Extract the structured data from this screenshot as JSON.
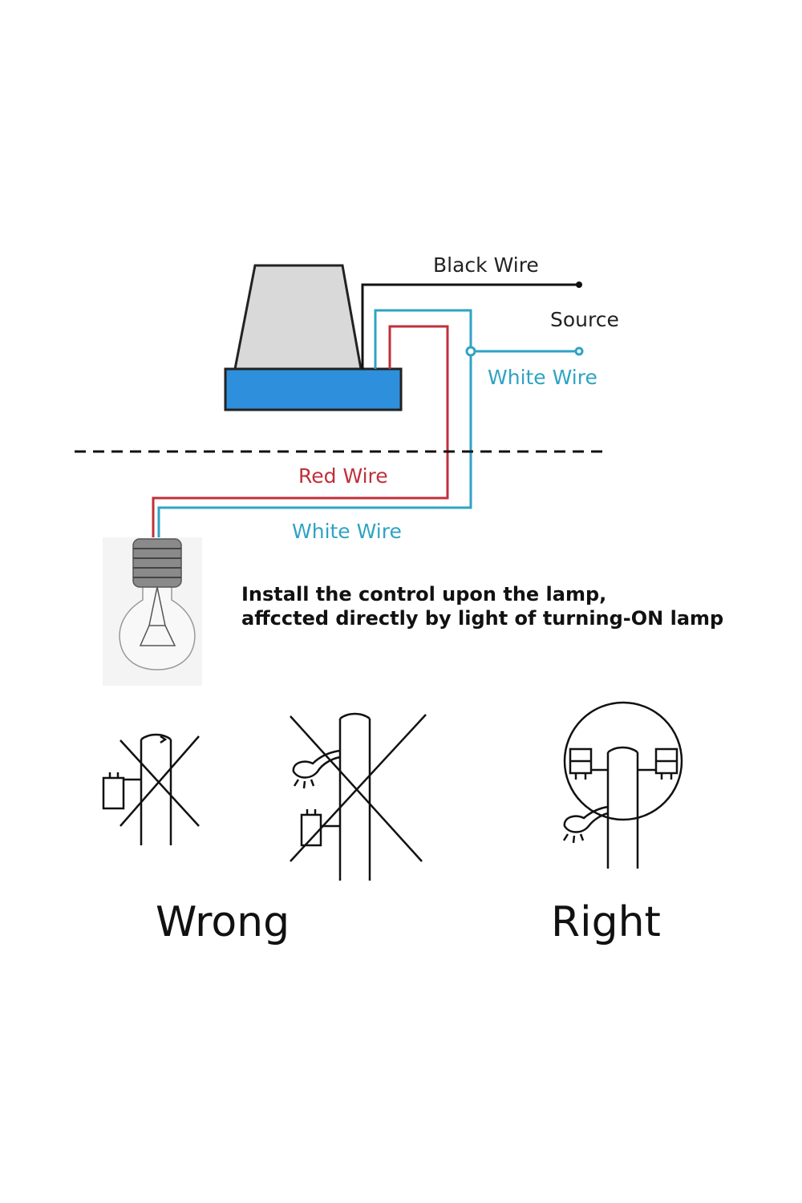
{
  "labels": {
    "black_wire": "Black Wire",
    "source": "Source",
    "white_wire_top": "White Wire",
    "red_wire": "Red Wire",
    "white_wire_bottom": "White Wire"
  },
  "instruction": {
    "line1": "Install the control upon the lamp,",
    "line2": "affccted directly by light of turning-ON lamp"
  },
  "verdicts": {
    "wrong": "Wrong",
    "right": "Right"
  },
  "colors": {
    "black_wire": "#111111",
    "white_wire": "#2fa3c4",
    "red_wire": "#c0303a",
    "sensor_base": "#2e8fdc",
    "sensor_cap": "#d9d9d9"
  },
  "icons": [
    "photocell-sensor-icon",
    "light-bulb-icon",
    "pole-icon",
    "lamp-icon",
    "cross-mark-icon",
    "circle-highlight-icon"
  ]
}
